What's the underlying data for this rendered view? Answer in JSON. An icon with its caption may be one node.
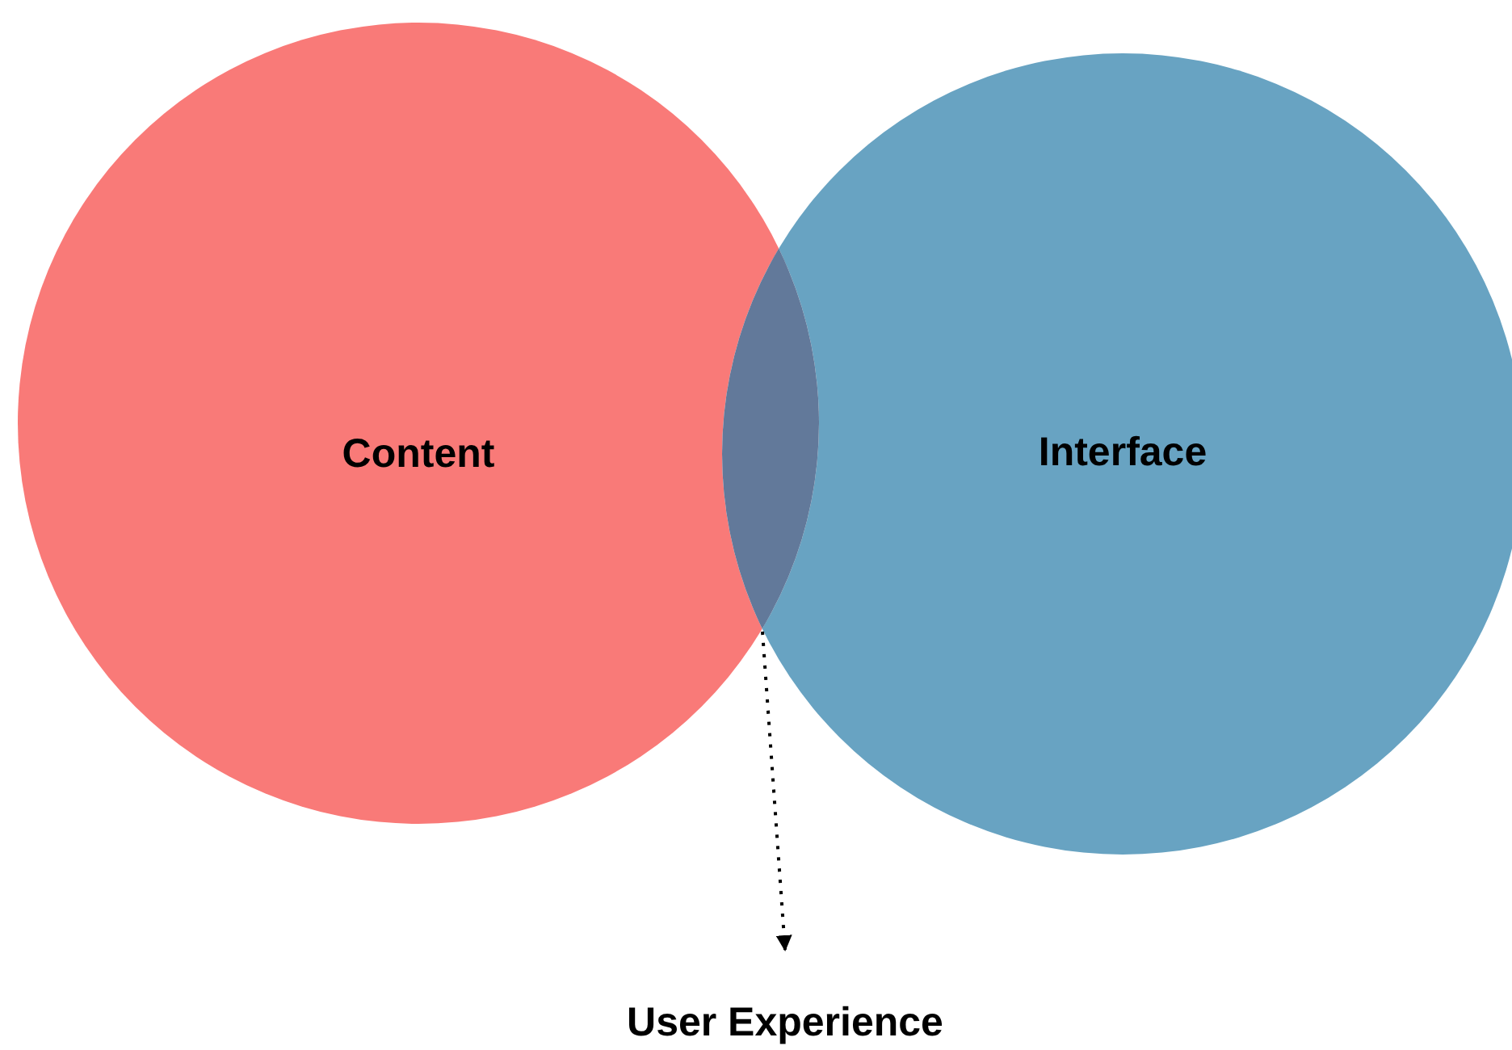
{
  "diagram": {
    "nodes": [
      {
        "text": [
          "Content"
        ]
      },
      {
        "text": [
          "Interface"
        ]
      },
      {
        "text": [],
        "shape": "lens"
      },
      {
        "text": [
          "User Experience"
        ]
      }
    ],
    "edges": [
      {
        "from": 2,
        "to": 3,
        "arrow": "to",
        "style": "dashed"
      }
    ]
  }
}
